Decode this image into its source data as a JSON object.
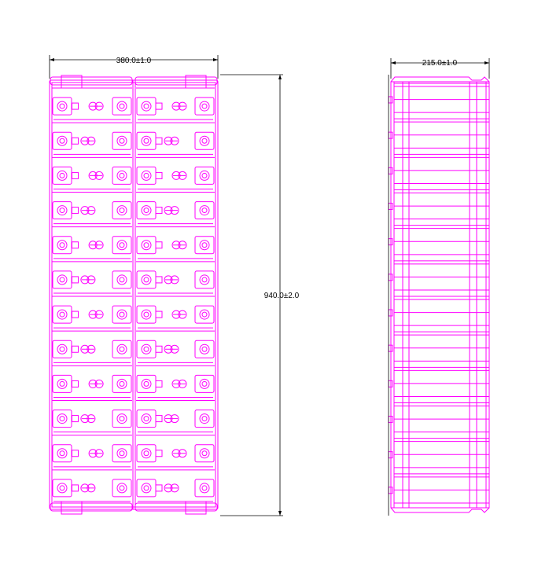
{
  "colors": {
    "line": "#ff00ff",
    "dimension": "#000000",
    "background": "#ffffff"
  },
  "front_view": {
    "columns": 2,
    "rows": 12
  },
  "side_view": {
    "rows": 12
  },
  "dimensions": {
    "front_width": "380.0±1.0",
    "height": "940.0±2.0",
    "side_width": "215.0±1.0"
  }
}
